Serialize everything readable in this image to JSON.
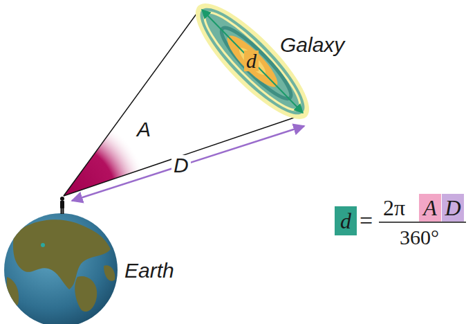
{
  "diagram": {
    "nodes": [
      {
        "text": [
          "d"
        ]
      },
      {
        "text": [
          "A"
        ]
      },
      {
        "text": [
          "D"
        ]
      }
    ],
    "labels": [
      "Galaxy",
      "d",
      "A",
      "D",
      "Earth",
      "=",
      "2π",
      "360°"
    ]
  }
}
